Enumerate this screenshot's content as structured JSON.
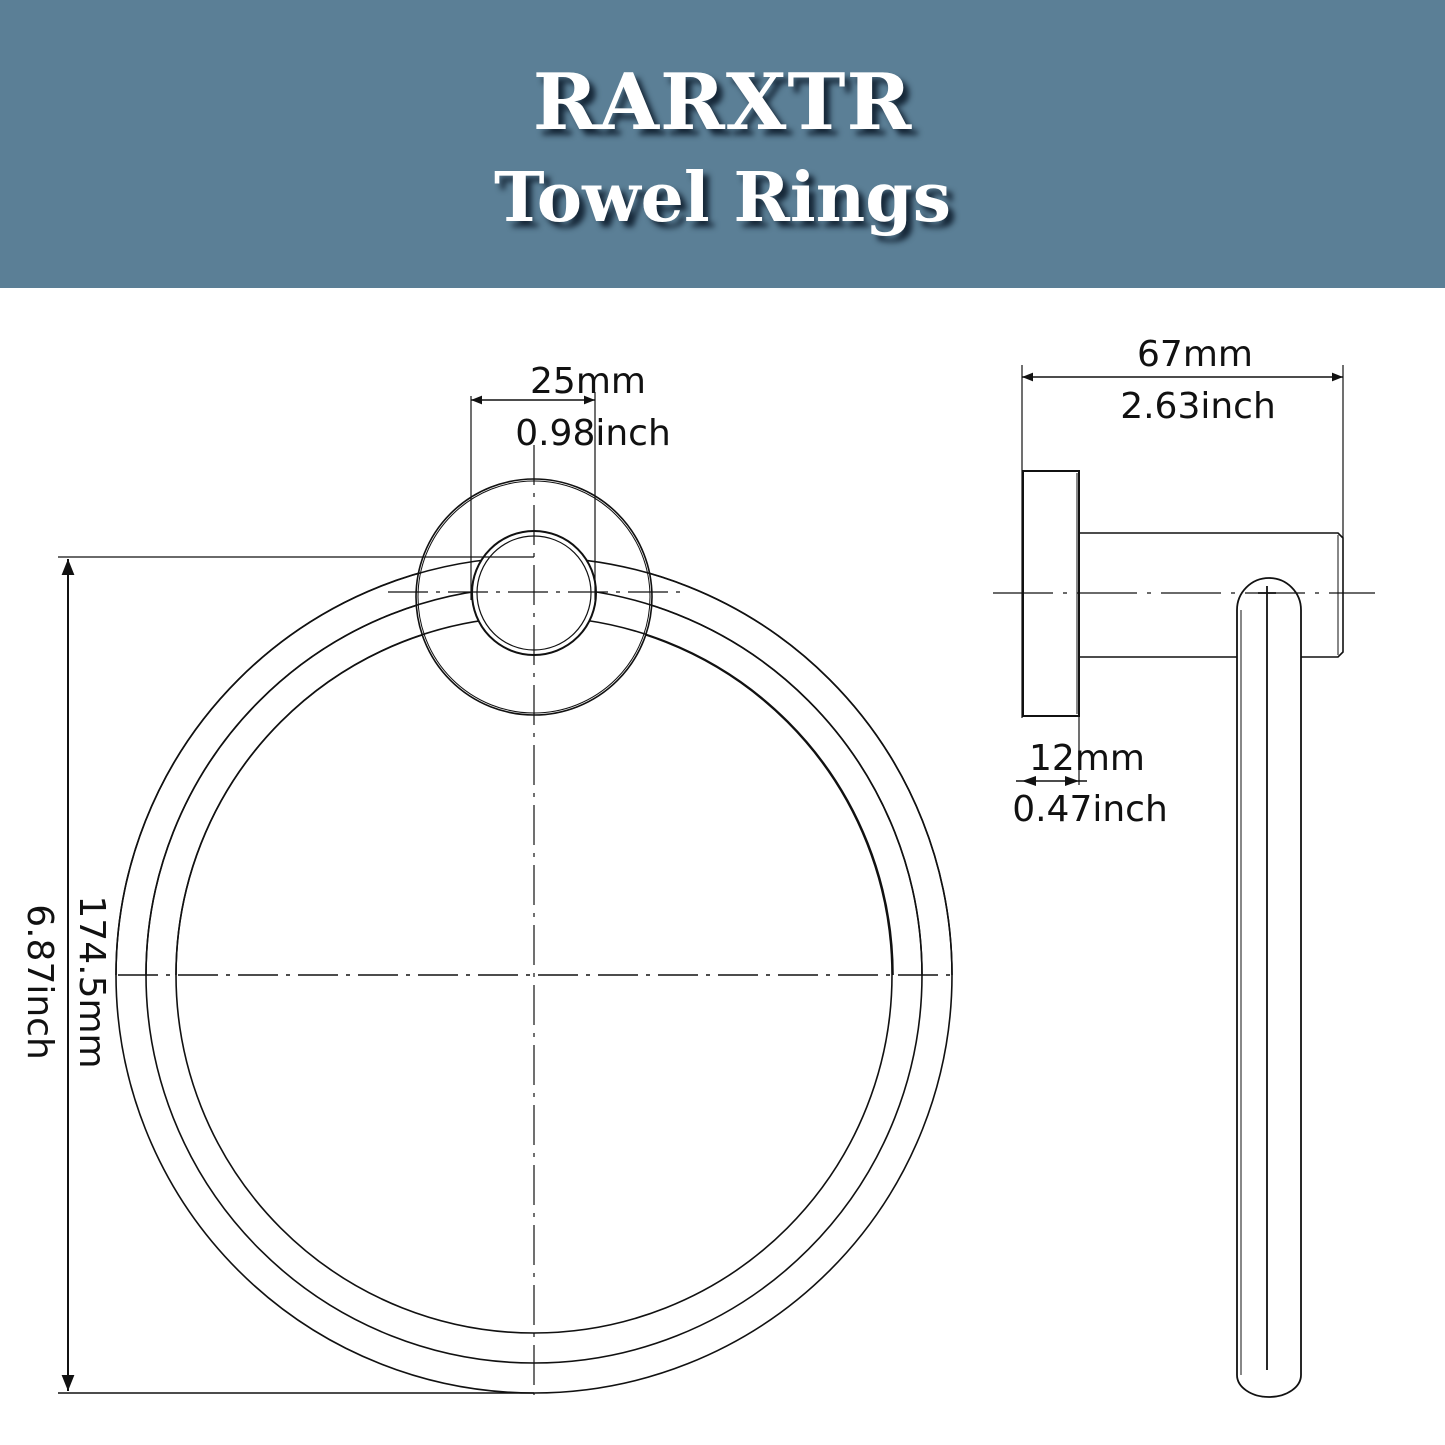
{
  "header": {
    "brand": "RARXTR",
    "product": "Towel Rings",
    "background_color": "#5b7f96"
  },
  "front_view": {
    "mount_width": {
      "mm": "25mm",
      "inch": "0.98inch"
    },
    "overall_height": {
      "mm": "174.5mm",
      "inch": "6.87inch"
    }
  },
  "side_view": {
    "overall_depth": {
      "mm": "67mm",
      "inch": "2.63inch"
    },
    "base_thickness": {
      "mm": "12mm",
      "inch": "0.47inch"
    }
  }
}
